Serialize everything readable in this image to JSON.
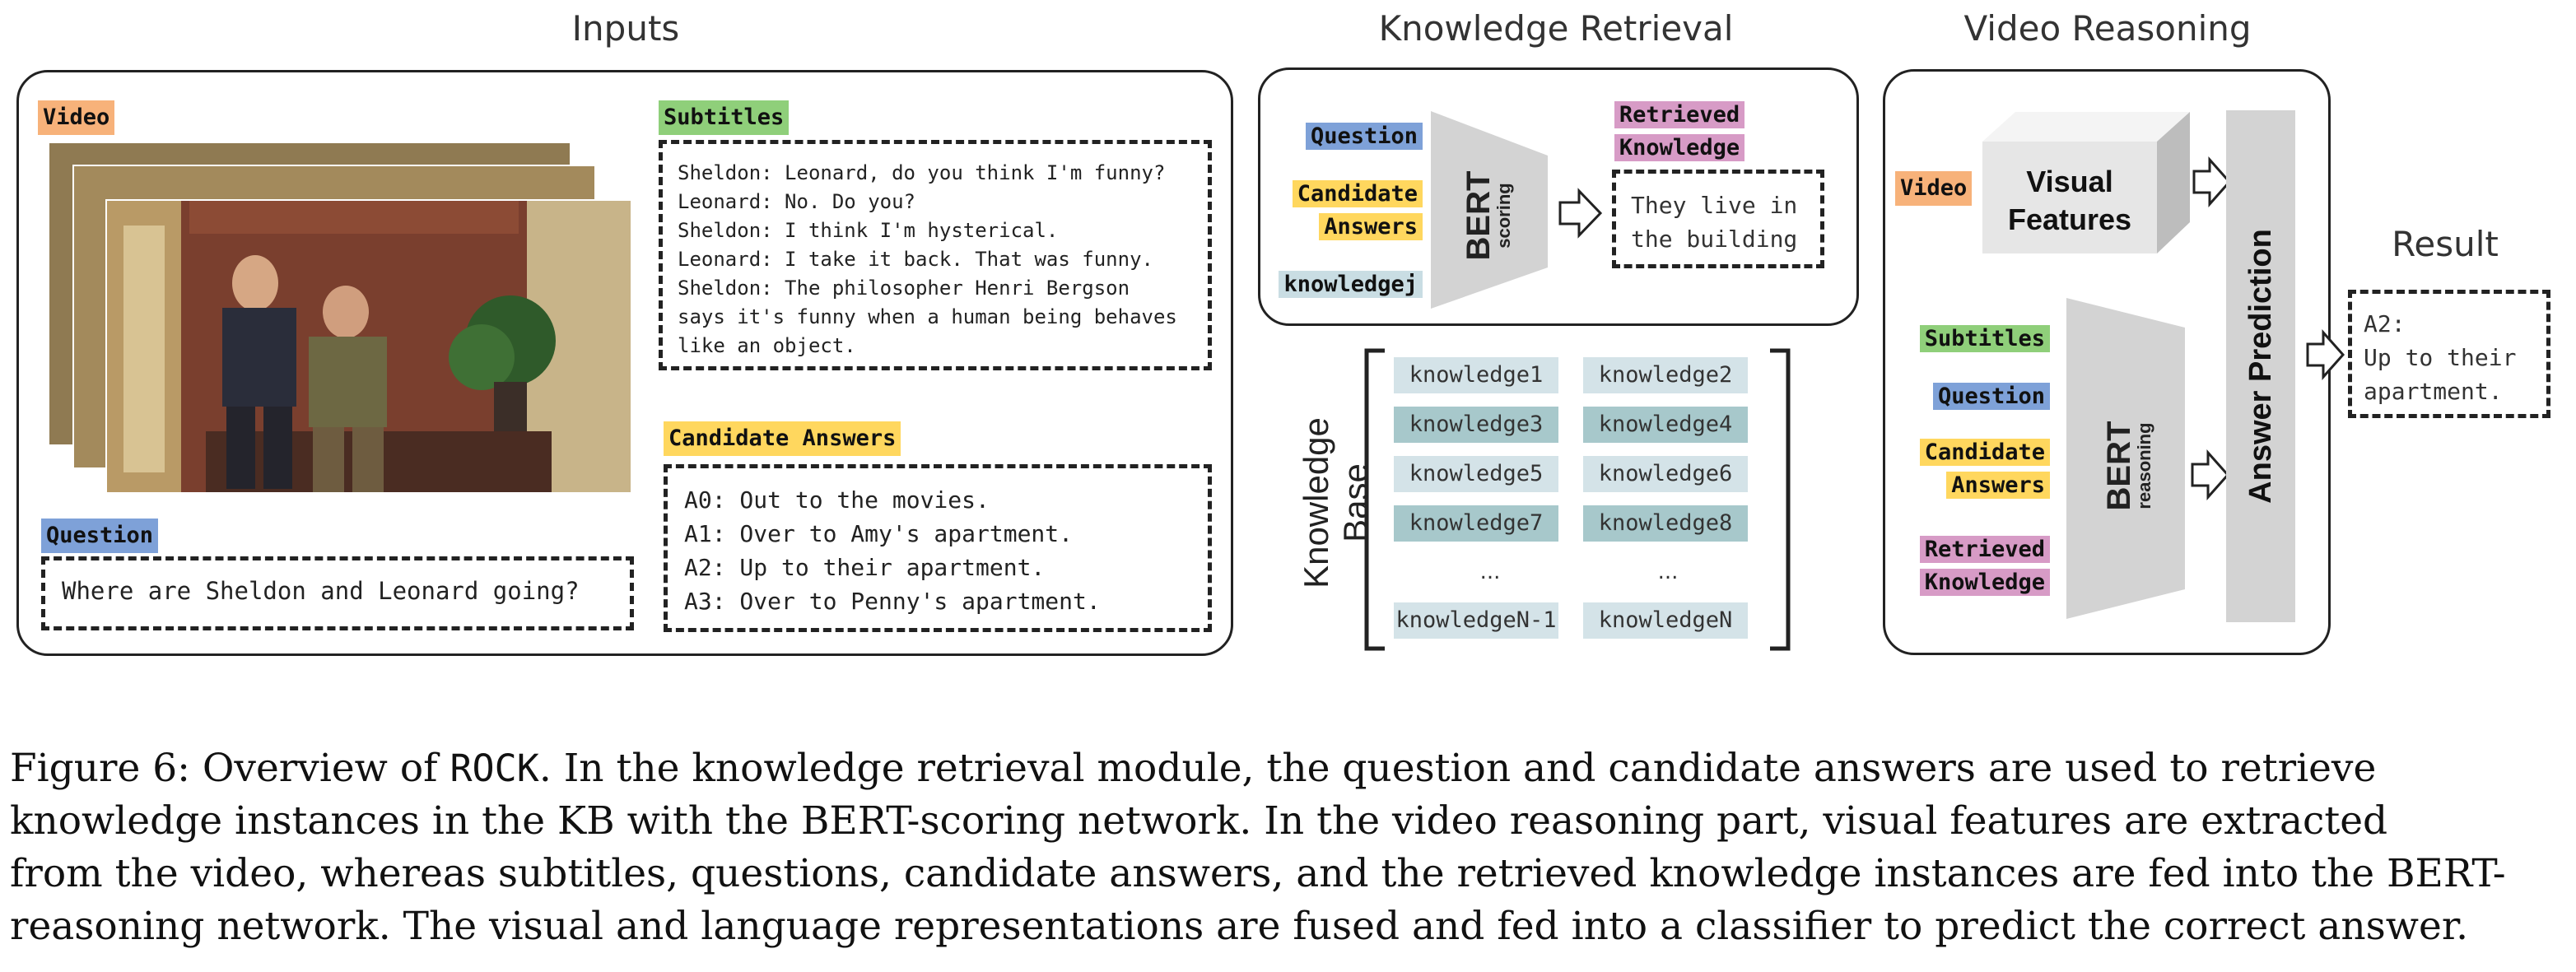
{
  "sections": {
    "inputs_title": "Inputs",
    "retrieval_title": "Knowledge Retrieval",
    "reasoning_title": "Video Reasoning",
    "result_title": "Result"
  },
  "inputs": {
    "video_tag": "Video",
    "subtitles_tag": "Subtitles",
    "subtitle_lines": [
      "Sheldon: Leonard, do you think I'm funny?",
      "Leonard: No. Do you?",
      "Sheldon: I think I'm hysterical.",
      "Leonard: I take it back. That was funny.",
      "Sheldon: The philosopher Henri Bergson",
      "says it's funny when a human being behaves",
      "like an object."
    ],
    "question_tag": "Question",
    "question_text": "Where are Sheldon and Leonard going?",
    "candidate_tag": "Candidate Answers",
    "answers": [
      "A0: Out to the movies.",
      "A1: Over to Amy's apartment.",
      "A2: Up to their apartment.",
      "A3: Over to Penny's apartment."
    ]
  },
  "retrieval": {
    "question_tag": "Question",
    "candidate_line1": "Candidate",
    "candidate_line2": "Answers",
    "knowledge_tag": "knowledgej",
    "bert_label": "BERT",
    "bert_sub": "scoring",
    "retrieved_line1": "Retrieved",
    "retrieved_line2": "Knowledge",
    "retrieved_text_line1": "They live in",
    "retrieved_text_line2": "the building"
  },
  "knowledge_base": {
    "label": "Knowledge Base",
    "rows": [
      [
        "knowledge1",
        "knowledge2"
      ],
      [
        "knowledge3",
        "knowledge4"
      ],
      [
        "knowledge5",
        "knowledge6"
      ],
      [
        "knowledge7",
        "knowledge8"
      ]
    ],
    "dots": "...",
    "last_row": [
      "knowledgeN-1",
      "knowledgeN"
    ]
  },
  "reasoning": {
    "video_tag": "Video",
    "visual_line1": "Visual",
    "visual_line2": "Features",
    "subtitles_tag": "Subtitles",
    "question_tag": "Question",
    "candidate_line1": "Candidate",
    "candidate_line2": "Answers",
    "retrieved_line1": "Retrieved",
    "retrieved_line2": "Knowledge",
    "bert_label": "BERT",
    "bert_sub": "reasoning",
    "answer_prediction": "Answer Prediction"
  },
  "result": {
    "line1": "A2:",
    "line2": "Up to their",
    "line3": "apartment."
  },
  "caption": {
    "line1_a": "Figure 6: Overview of ",
    "line1_rock": "ROCK",
    "line1_b": ". In the knowledge retrieval module, the question and candidate answers are used to retrieve",
    "line2": "knowledge instances in the KB with the BERT-scoring network. In the video reasoning part, visual features are extracted",
    "line3": "from the video, whereas subtitles, questions, candidate answers, and the retrieved knowledge instances are fed into the BERT-",
    "line4": "reasoning network. The visual and language representations are fused and fed into a classifier to predict the correct answer."
  },
  "colors": {
    "video": "#f7b27a",
    "subtitles": "#8fcf7a",
    "question": "#7ea1d8",
    "candidate": "#ffd75e",
    "retrieved": "#d79bc6",
    "knowledge": "#c9dde3"
  }
}
